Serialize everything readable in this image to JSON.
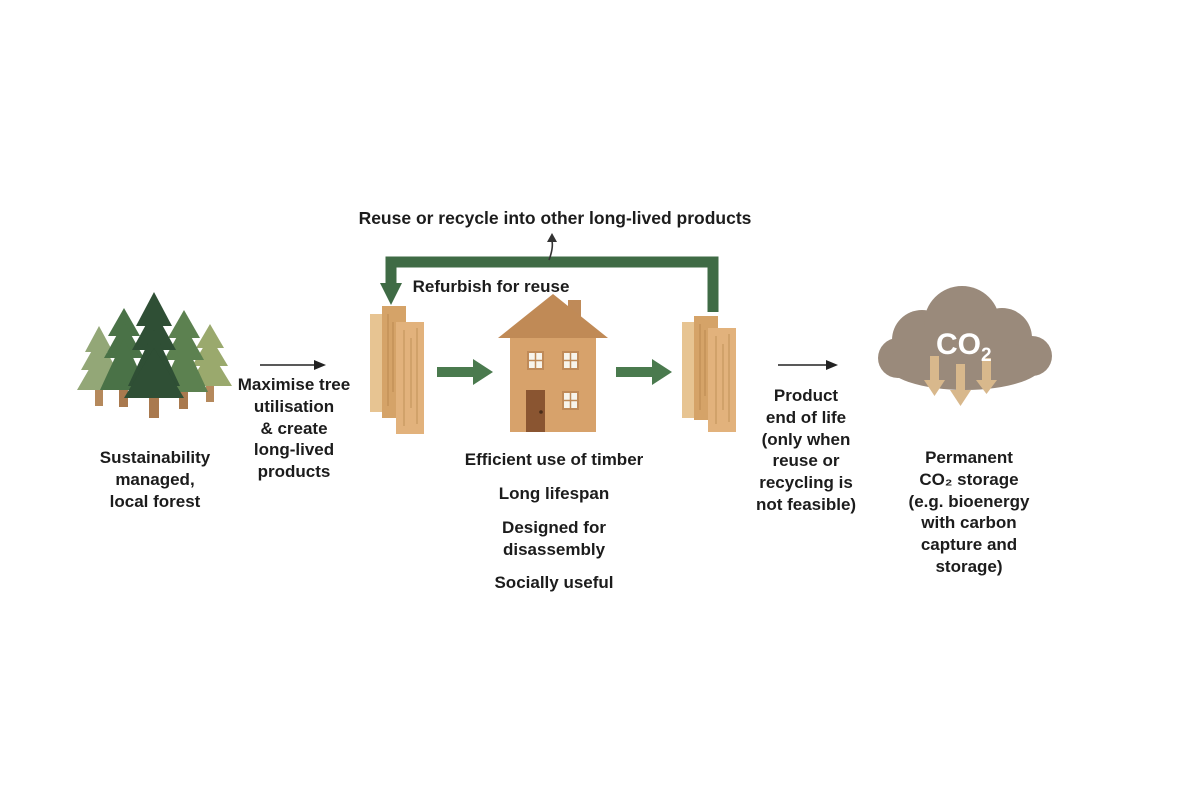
{
  "diagram_title_context": "Timber life-cycle carbon flow diagram",
  "labels": {
    "reuse_recycle": "Reuse or recycle into other long-lived products",
    "refurbish": "Refurbish for reuse",
    "forest": "Sustainability\nmanaged,\nlocal forest",
    "maximise": "Maximise tree\nutilisation\n& create\nlong-lived\nproducts",
    "captions": [
      "Efficient use of timber",
      "Long lifespan",
      "Designed for\ndisassembly",
      "Socially useful"
    ],
    "end_of_life": "Product\nend of life\n(only when\nreuse or\nrecycling is\nnot feasible)",
    "co2_main": "CO",
    "co2_sub": "2",
    "storage": "Permanent\nCO₂ storage\n(e.g. bioenergy\nwith carbon\ncapture and\nstorage)"
  },
  "icons": {
    "forest": "forest-trees-icon",
    "timber_left": "timber-stack-icon",
    "house": "timber-house-icon",
    "timber_right": "timber-stack-icon",
    "cloud": "co2-cloud-icon",
    "loop": "recycle-loop-arrow",
    "flow_arrows": "right-arrow-icon",
    "sequestration": "down-arrows-icon"
  },
  "colors": {
    "loop_green": "#3f6b45",
    "block_arrow_green": "#4a7a4e",
    "cloud_grey": "#9a8a7b",
    "co2_arrow_tan": "#d8b88c",
    "timber_tan": "#d5a368",
    "text": "#1c1c1c",
    "background": "#ffffff"
  }
}
